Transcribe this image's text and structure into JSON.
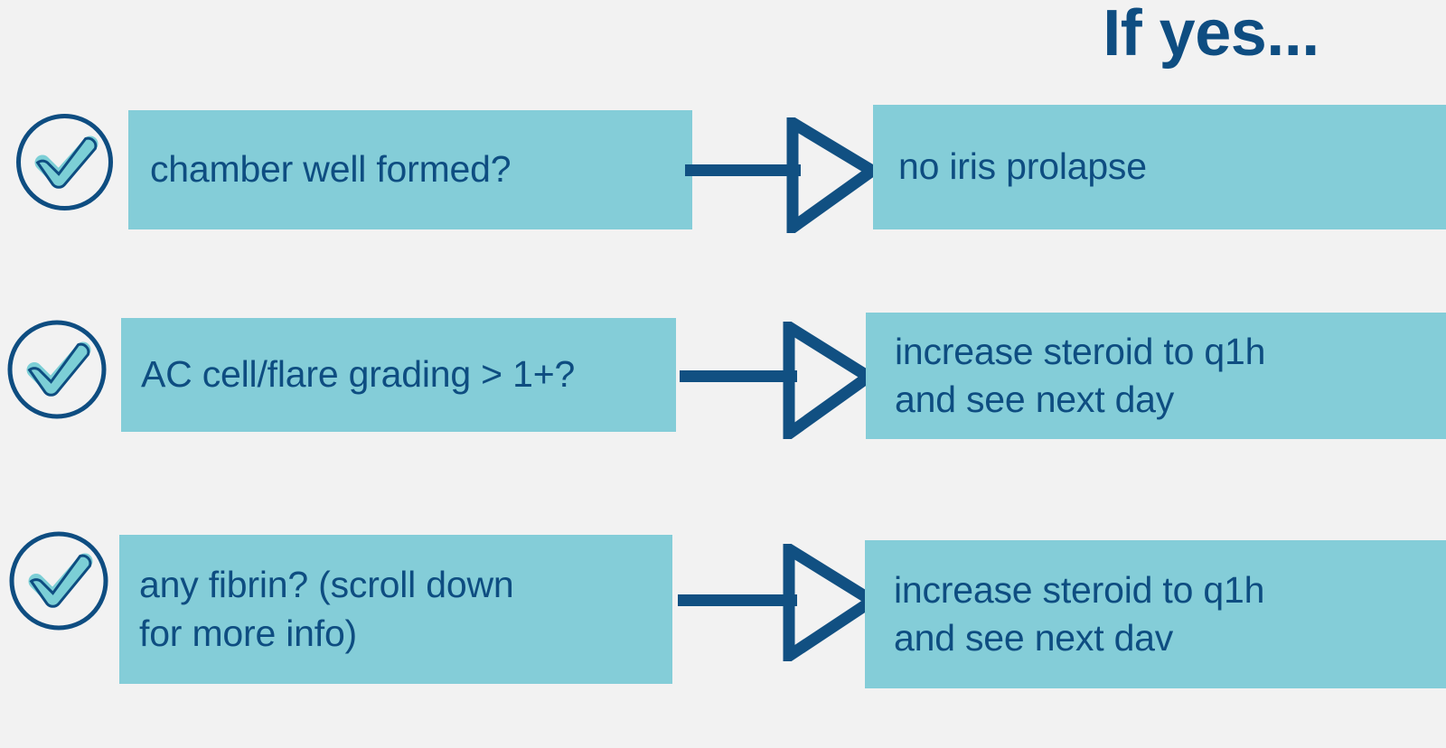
{
  "slide": {
    "background_color": "#f2f2f2",
    "heading": "If yes...",
    "heading_color": "#0e4d81",
    "box_fill_color": "#84cdd8",
    "text_color": "#0e4d81",
    "check_fill_color": "#7ccfd6",
    "arrow_color": "#115082"
  },
  "rows": [
    {
      "check_icon": "check-circle-icon",
      "question": "chamber well formed?",
      "arrow_icon": "arrow-right-icon",
      "answer": "no iris prolapse"
    },
    {
      "check_icon": "check-circle-icon",
      "question": "AC cell/flare grading > 1+?",
      "arrow_icon": "arrow-right-icon",
      "answer": "increase steroid to q1h\nand see next day"
    },
    {
      "check_icon": "check-circle-icon",
      "question": "any fibrin? (scroll down\nfor more info)",
      "arrow_icon": "arrow-right-icon",
      "answer": "increase steroid to q1h\nand see next dav"
    }
  ]
}
